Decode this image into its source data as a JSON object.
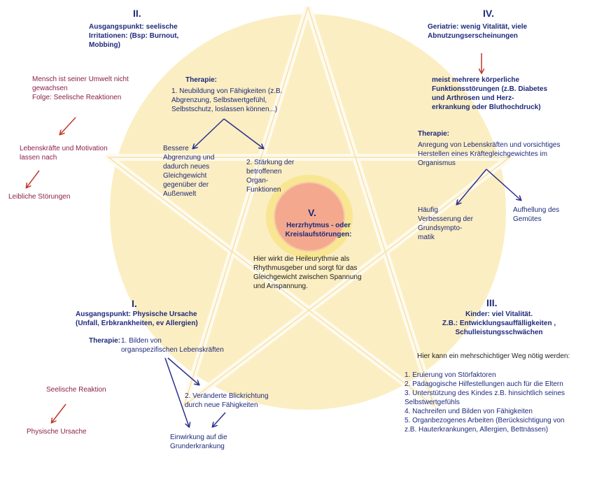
{
  "sections": {
    "II": {
      "numeral": "II.",
      "title": "Ausgangspunkt: seelische\nIrritationen: (Bsp: Burnout,\nMobbing)",
      "therapy_label": "Therapie:",
      "therapy_1": "1.   Neubildung von Fähigkeiten (z.B.\n      Abgrenzung, Selbstwertgefühl,\n      Selbstschutz, loslassen können...)",
      "outcome_a": "Bessere\nAbgrenzung und\ndadurch neues\nGleichgewicht\ngegenüber der\nAußenwelt",
      "outcome_b": "2.    Stärkung der\n       betroffenen\n       Organ-\n       Funktionen"
    },
    "IV": {
      "numeral": "IV.",
      "title": "Geriatrie: wenig Vitalität, viele\nAbnutzungserscheinungen",
      "sub": "meist mehrere körperliche\nFunktionsstörungen (z.B. Diabetes\nund Arthrosen und Herz-\nerkrankung oder Bluthochdruck)",
      "therapy_label": "Therapie:",
      "therapy_text": "Anregung von Lebenskräften und vorsichtiges\nHerstellen eines Kräftegleichgewichtes im\nOrganismus",
      "outcome_a": "Häufig\nVerbesserung der\nGrundsympto-\nmatik",
      "outcome_b": "Aufhellung des\nGemütes"
    },
    "V": {
      "numeral": "V.",
      "title": "Herzrhytmus - oder\nKreislaufstörungen:",
      "text": "Hier wirkt die Heileurythmie als\nRhythmusgeber und sorgt für das\nGleichgewicht zwischen Spannung\nund Anspannung."
    },
    "I": {
      "numeral": "I.",
      "title": "Ausgangspunkt: Physische Ursache\n(Unfall, Erbkrankheiten, ev Allergien)",
      "therapy_label": "Therapie:",
      "therapy_text": "   1. Bilden von\norganspezifischen Lebenskräften",
      "step2": "2.    Veränderte Blickrichtung\n       durch neue Fähigkeiten",
      "outcome": "Einwirkung auf die\nGrunderkrankung"
    },
    "III": {
      "numeral": "III.",
      "title": "Kinder: viel Vitalität.\nZ.B.: Entwicklungsauffälligkeiten ,\nSchulleistungsschwächen",
      "intro": "Hier kann ein mehrschichtiger Weg nötig werden:",
      "steps": [
        "1.   Eruierung von Störfaktoren",
        "2.   Pädagogische Hilfestellungen auch für die Eltern",
        "3.   Unterstützung des Kindes z.B. hinsichtlich seines\n      Selbstwertgefühls",
        "4.   Nachreifen und Bilden von Fähigkeiten",
        "5.   Organbezogenes Arbeiten (Berücksichtigung von\n      z.B. Hauterkrankungen, Allergien, Bettnässen)"
      ]
    }
  },
  "left_side": {
    "top_text": "Mensch ist seiner Umwelt nicht\ngewachsen\nFolge: Seelische Reaktionen",
    "middle_text": "Lebenskräfte und Motivation\nlassen nach",
    "bottom_text": "Leibliche Störungen",
    "lower_top": "Seelische Reaktion",
    "lower_bottom": "Physische Ursache"
  },
  "colors": {
    "circle_fill": "#fbeec2",
    "star_fill": "#fff8d8",
    "center_ring": "#f7e48a",
    "center_fill": "#f4a98e",
    "arrow_blue": "#2a2f8c",
    "arrow_red": "#c0382b",
    "text_blue": "#1f2a7a",
    "text_red": "#8b1f4a"
  }
}
